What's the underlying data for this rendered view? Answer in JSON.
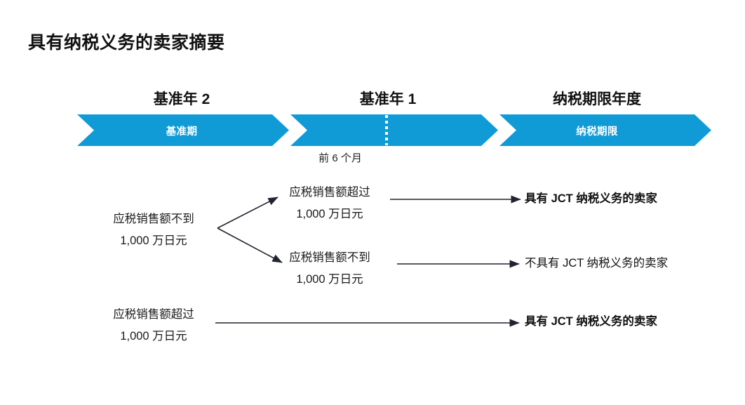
{
  "slide": {
    "title": "具有纳税义务的卖家摘要",
    "background_color": "#ffffff",
    "accent_color": "#109BD7",
    "text_color": "#1a1a1a"
  },
  "columns": [
    {
      "header": "基准年 2",
      "band_label": "基准期"
    },
    {
      "header": "基准年 1",
      "band_label": ""
    },
    {
      "header": "纳税期限年度",
      "band_label": "纳税期限"
    }
  ],
  "sub_caption": "前 6 个月",
  "nodes": {
    "base_year2_low": {
      "line1": "应税销售额不到",
      "line2": "1,000 万日元"
    },
    "base_year1_high": {
      "line1": "应税销售额超过",
      "line2": "1,000 万日元"
    },
    "base_year1_low": {
      "line1": "应税销售额不到",
      "line2": "1,000 万日元"
    },
    "base_year2_high": {
      "line1": "应税销售额超过",
      "line2": "1,000 万日元"
    }
  },
  "outcomes": [
    {
      "label": "具有 JCT 纳税义务的卖家",
      "emphasis": "bold"
    },
    {
      "label": "不具有 JCT 纳税义务的卖家",
      "emphasis": "regular"
    },
    {
      "label": "具有 JCT 纳税义务的卖家",
      "emphasis": "bold"
    }
  ]
}
